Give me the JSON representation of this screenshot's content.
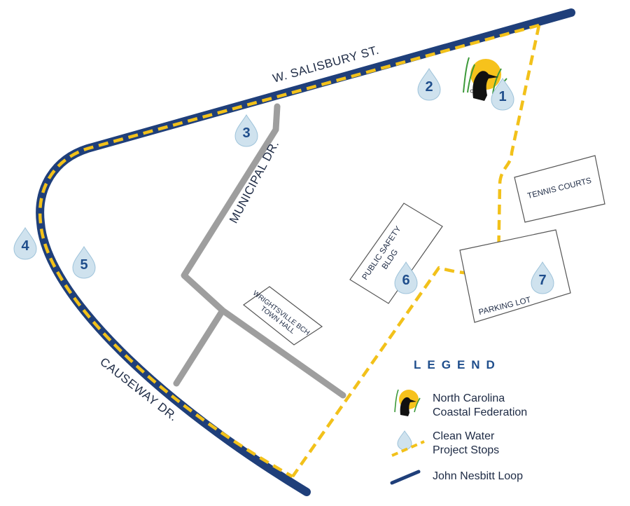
{
  "colors": {
    "loop": "#1f3f7a",
    "route": "#f2c11a",
    "road": "#9e9e9e",
    "drop_fill": "#cfe2ee",
    "drop_stroke": "#9ec3da",
    "stop_text": "#1f4e8c"
  },
  "streets": {
    "salisbury": "W. SALISBURY ST.",
    "municipal": "MUNICIPAL DR.",
    "causeway": "CAUSEWAY DR."
  },
  "buildings": {
    "tennis": "TENNIS COURTS",
    "parking": "PARKING LOT",
    "public_safety_1": "PUBLIC SAFETY",
    "public_safety_2": "BLDG",
    "town_hall_1": "WRIGHTSVILLE BCH",
    "town_hall_2": "TOWN HALL"
  },
  "stops": [
    {
      "number": "1",
      "icon": "water-drop-icon"
    },
    {
      "number": "2",
      "icon": "water-drop-icon"
    },
    {
      "number": "3",
      "icon": "water-drop-icon"
    },
    {
      "number": "4",
      "icon": "water-drop-icon"
    },
    {
      "number": "5",
      "icon": "water-drop-icon"
    },
    {
      "number": "6",
      "icon": "water-drop-icon"
    },
    {
      "number": "7",
      "icon": "water-drop-icon"
    }
  ],
  "legend": {
    "title": "LEGEND",
    "federation_line1": "North Carolina",
    "federation_line2": "Coastal Federation",
    "stops_line1": "Clean Water",
    "stops_line2": "Project Stops",
    "loop": "John Nesbitt Loop"
  }
}
